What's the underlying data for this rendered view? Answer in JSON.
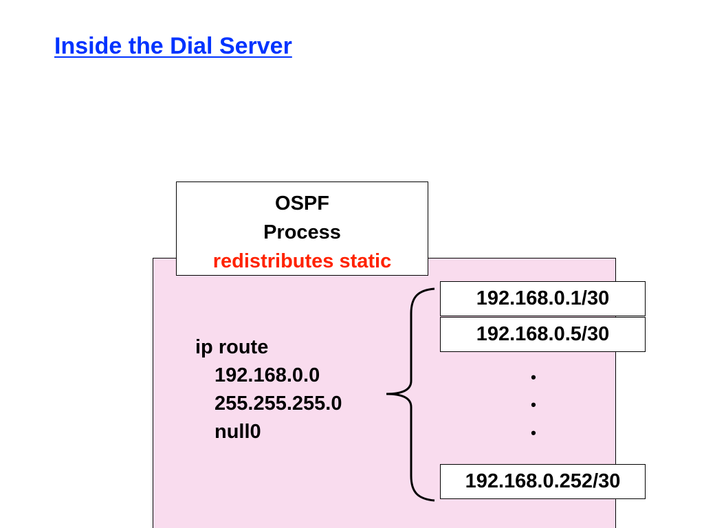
{
  "title": "Inside the Dial Server",
  "ospf": {
    "line1": "OSPF",
    "line2": "Process",
    "line3": "redistributes static"
  },
  "route": {
    "line1": "ip route",
    "line2": "192.168.0.0",
    "line3": "255.255.255.0",
    "line4": "null0"
  },
  "addresses": [
    "192.168.0.1/30",
    "192.168.0.5/30",
    "192.168.0.252/30"
  ],
  "ellipsis": [
    "•",
    "•",
    "•"
  ],
  "colors": {
    "title": "#0033ff",
    "highlight": "#ff2200",
    "server_fill": "#f9dcee"
  }
}
